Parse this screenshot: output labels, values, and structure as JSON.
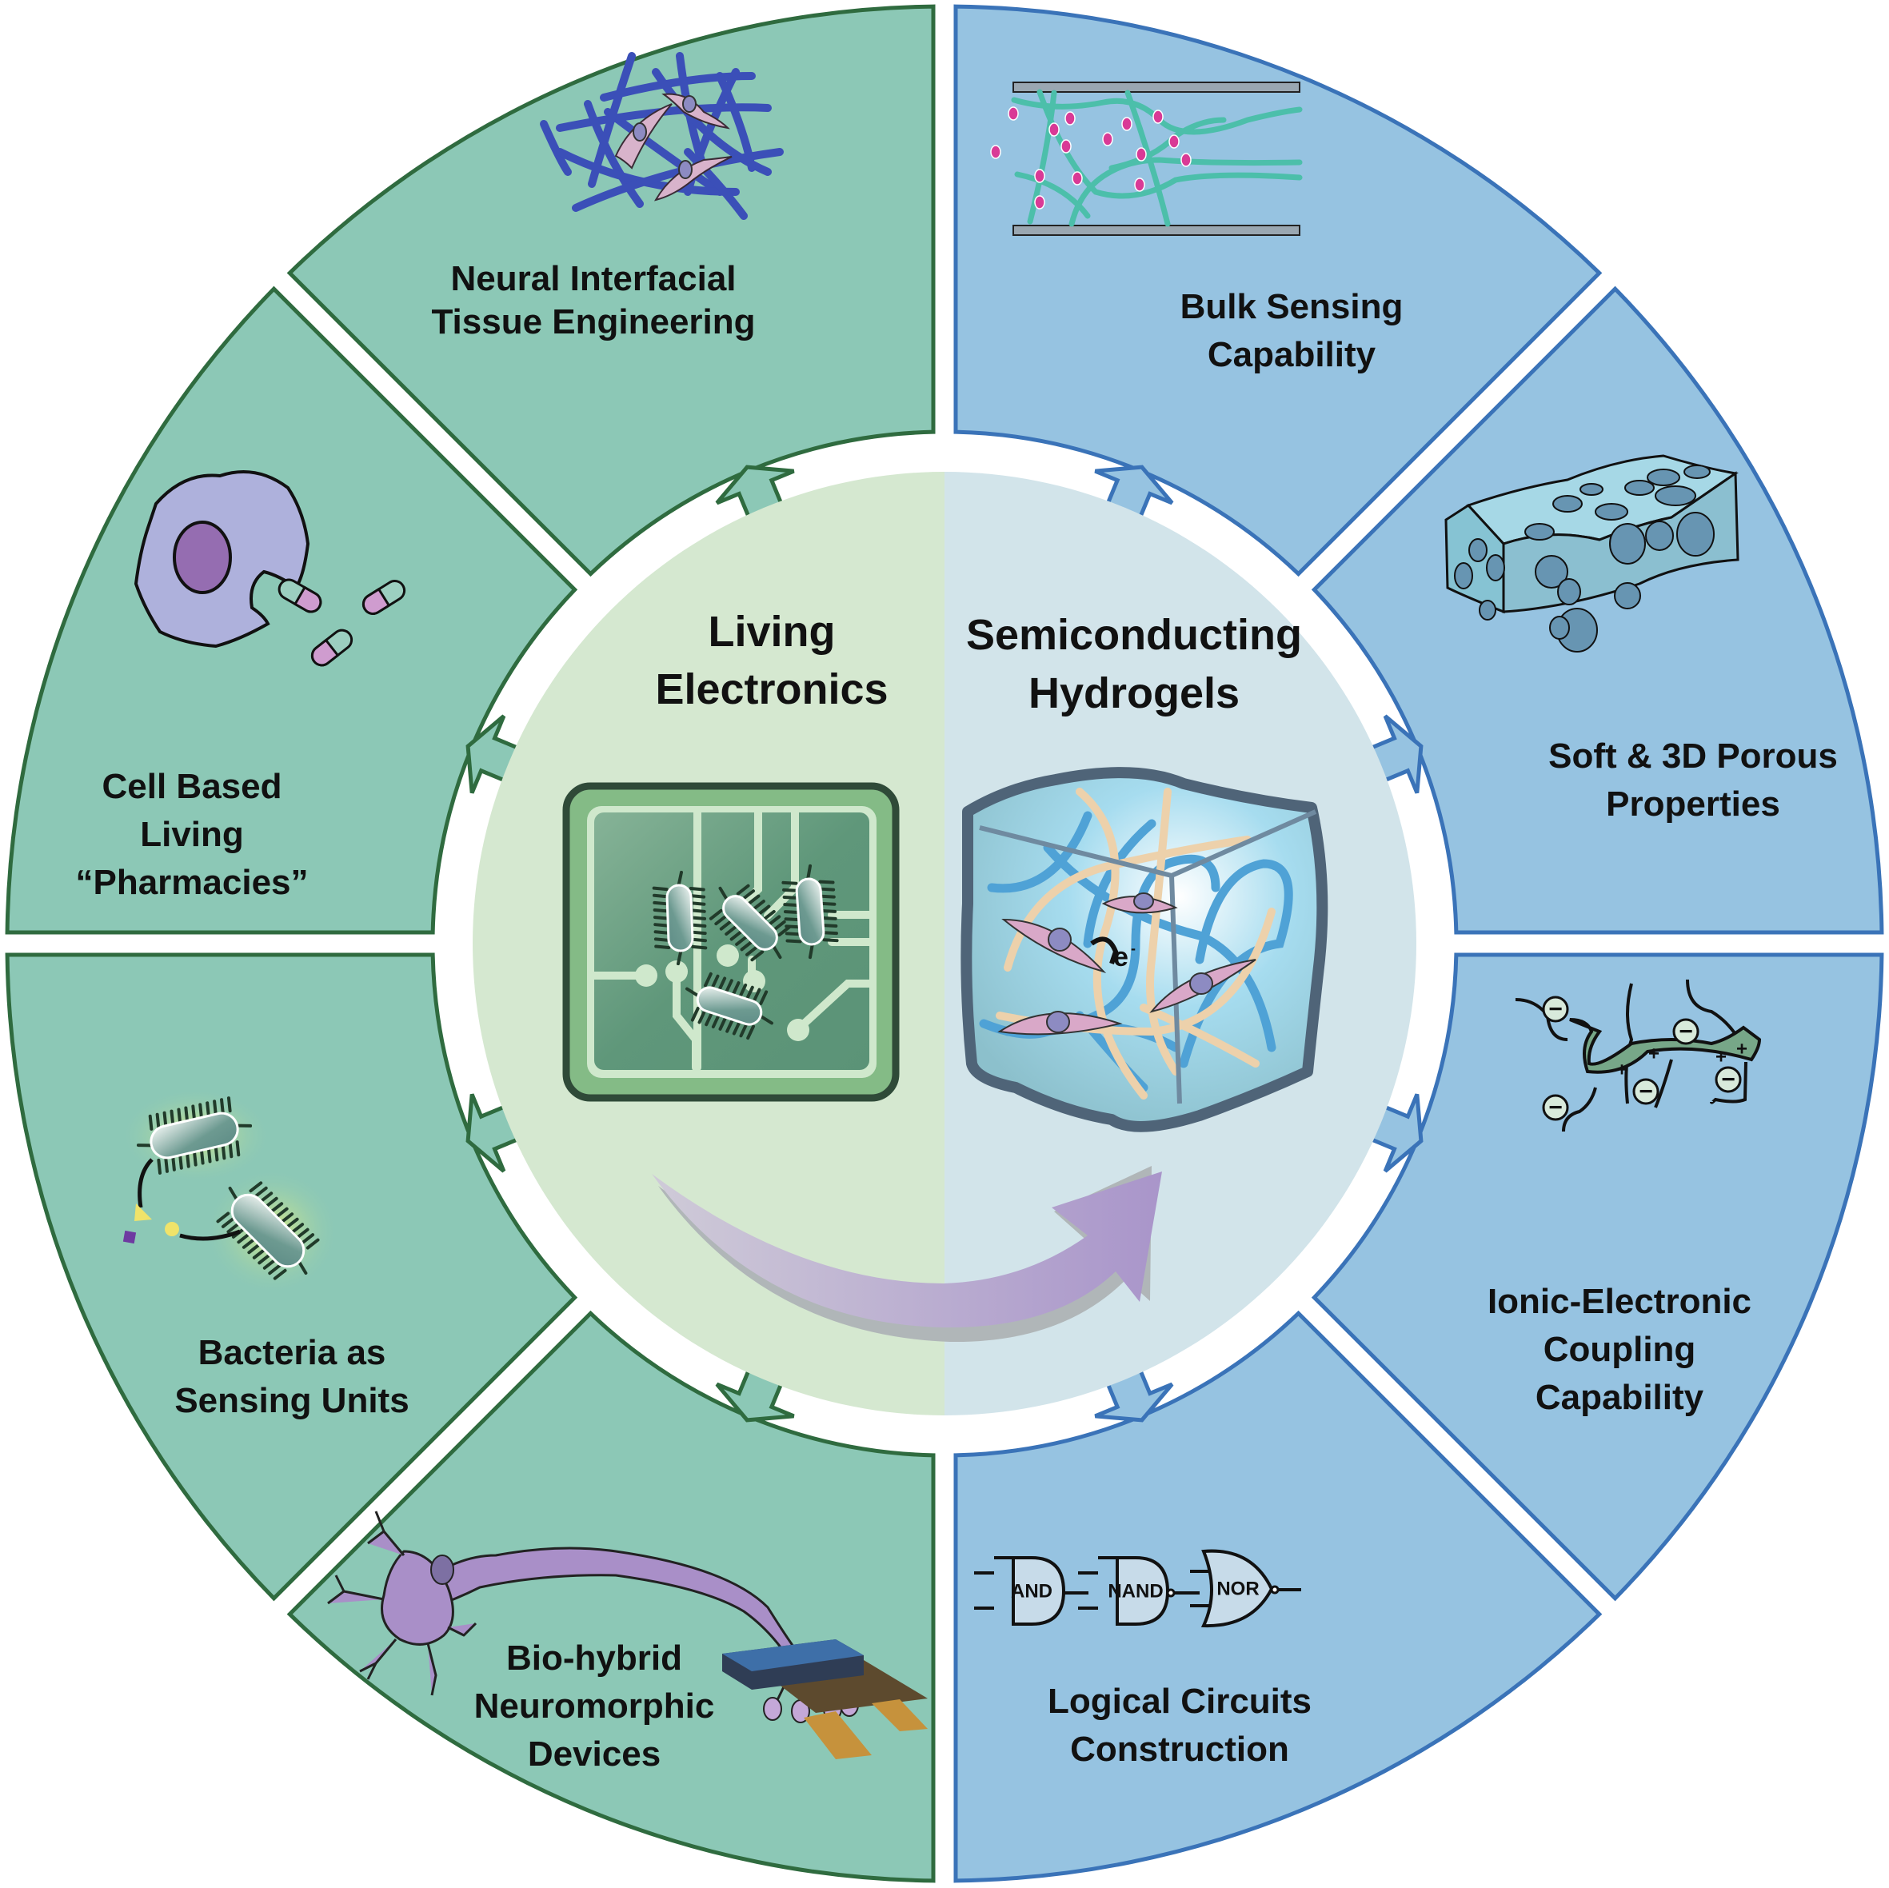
{
  "title": "Living Electronics and Semiconducting Hydrogels",
  "center": {
    "left_title": [
      "Living",
      "Electronics"
    ],
    "right_title": [
      "Semiconducting",
      "Hydrogels"
    ],
    "electron_label": "e",
    "electron_superscript": "-"
  },
  "colors": {
    "green_fill": "#8cc8b6",
    "green_stroke": "#2f6b3f",
    "blue_fill": "#96c3e1",
    "blue_stroke": "#3a73b8",
    "center_left": "#d5e8d0",
    "center_right": "#d2e4ea",
    "arrow_purple": "#ab98cb"
  },
  "segments": [
    {
      "id": "neural",
      "side": "living",
      "lines": [
        "Neural Interfacial",
        "Tissue Engineering"
      ],
      "icon": "fiber-scaffold-cells-icon"
    },
    {
      "id": "pharmacies",
      "side": "living",
      "lines": [
        "Cell Based",
        "Living",
        "“Pharmacies”"
      ],
      "icon": "cell-capsules-icon"
    },
    {
      "id": "bacteria",
      "side": "living",
      "lines": [
        "Bacteria as",
        "Sensing Units"
      ],
      "icon": "glowing-bacteria-icon"
    },
    {
      "id": "neuromorphic",
      "side": "living",
      "lines": [
        "Bio-hybrid",
        "Neuromorphic",
        "Devices"
      ],
      "icon": "neuron-device-icon"
    },
    {
      "id": "bulk",
      "side": "hydrogel",
      "lines": [
        "Bulk Sensing",
        "Capability"
      ],
      "icon": "hydrogel-electrodes-icon"
    },
    {
      "id": "porous",
      "side": "hydrogel",
      "lines": [
        "Soft & 3D Porous",
        "Properties"
      ],
      "icon": "porous-sponge-icon"
    },
    {
      "id": "ionic",
      "side": "hydrogel",
      "lines": [
        "Ionic-Electronic",
        "Coupling",
        "Capability"
      ],
      "icon": "charged-polymer-icon"
    },
    {
      "id": "logic",
      "side": "hydrogel",
      "lines": [
        "Logical Circuits",
        "Construction"
      ],
      "icon": "logic-gates-icon"
    }
  ],
  "logic_gates": [
    "AND",
    "NAND",
    "NOR"
  ],
  "charges": {
    "negative": "−",
    "positive": "+"
  }
}
